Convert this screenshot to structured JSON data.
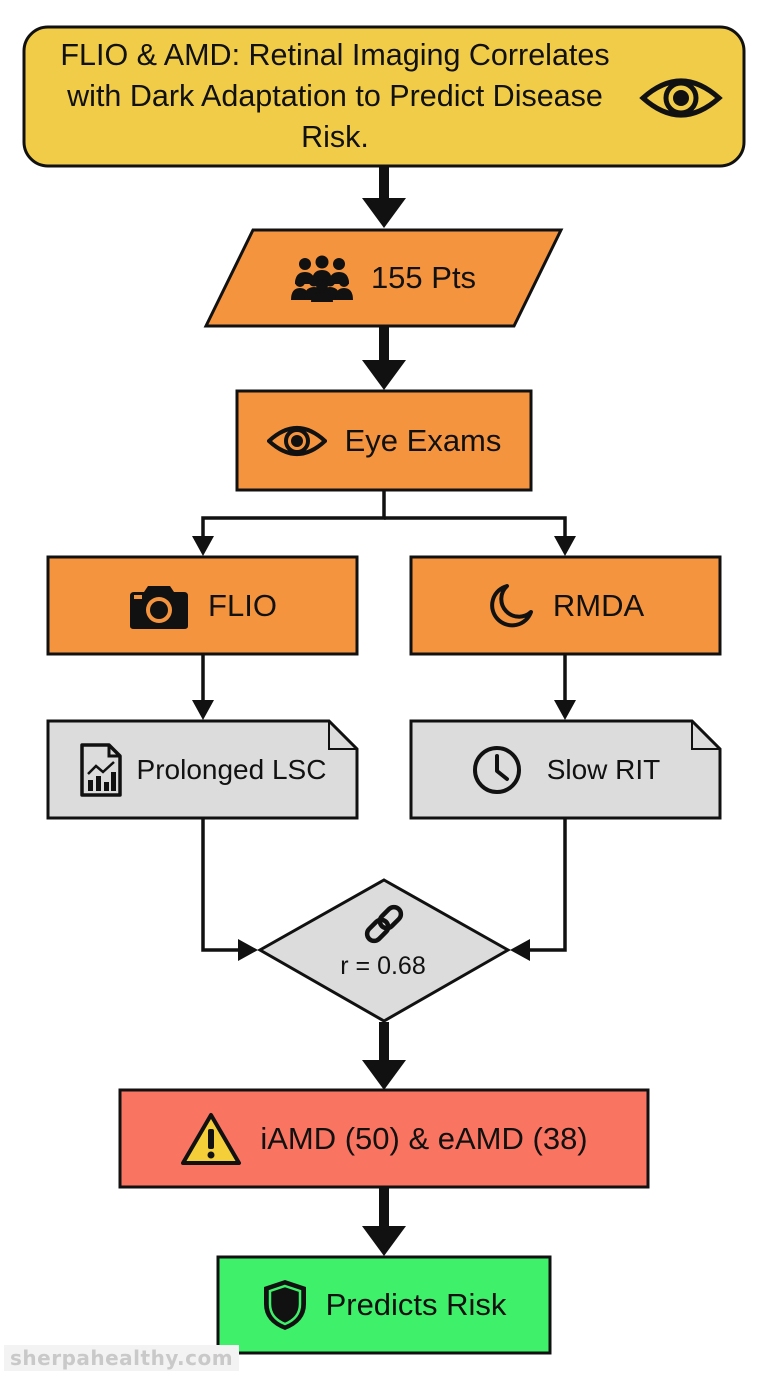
{
  "title": "FLIO & AMD: Retinal Imaging Correlates with Dark Adaptation to Predict Disease Risk.",
  "nodes": {
    "patients": "155 Pts",
    "exams": "Eye Exams",
    "flio": "FLIO",
    "rmda": "RMDA",
    "lsc": "Prolonged LSC",
    "rit": "Slow RIT",
    "correlation": "r = 0.68",
    "amd": "iAMD (50) & eAMD (38)",
    "risk": "Predicts Risk"
  },
  "icons": {
    "title": "eye-icon",
    "patients": "people-group-icon",
    "exams": "eye-icon",
    "flio": "camera-icon",
    "rmda": "moon-icon",
    "lsc": "chart-document-icon",
    "rit": "clock-icon",
    "correlation": "link-icon",
    "amd": "warning-icon",
    "risk": "shield-icon"
  },
  "colors": {
    "title_fill": "#f0cc48",
    "process_fill": "#f5943f",
    "result_fill": "#dcdcdc",
    "alert_fill": "#fa7462",
    "outcome_fill": "#3ef06a",
    "stroke": "#111111"
  },
  "watermark": "sherpahealthy.com"
}
